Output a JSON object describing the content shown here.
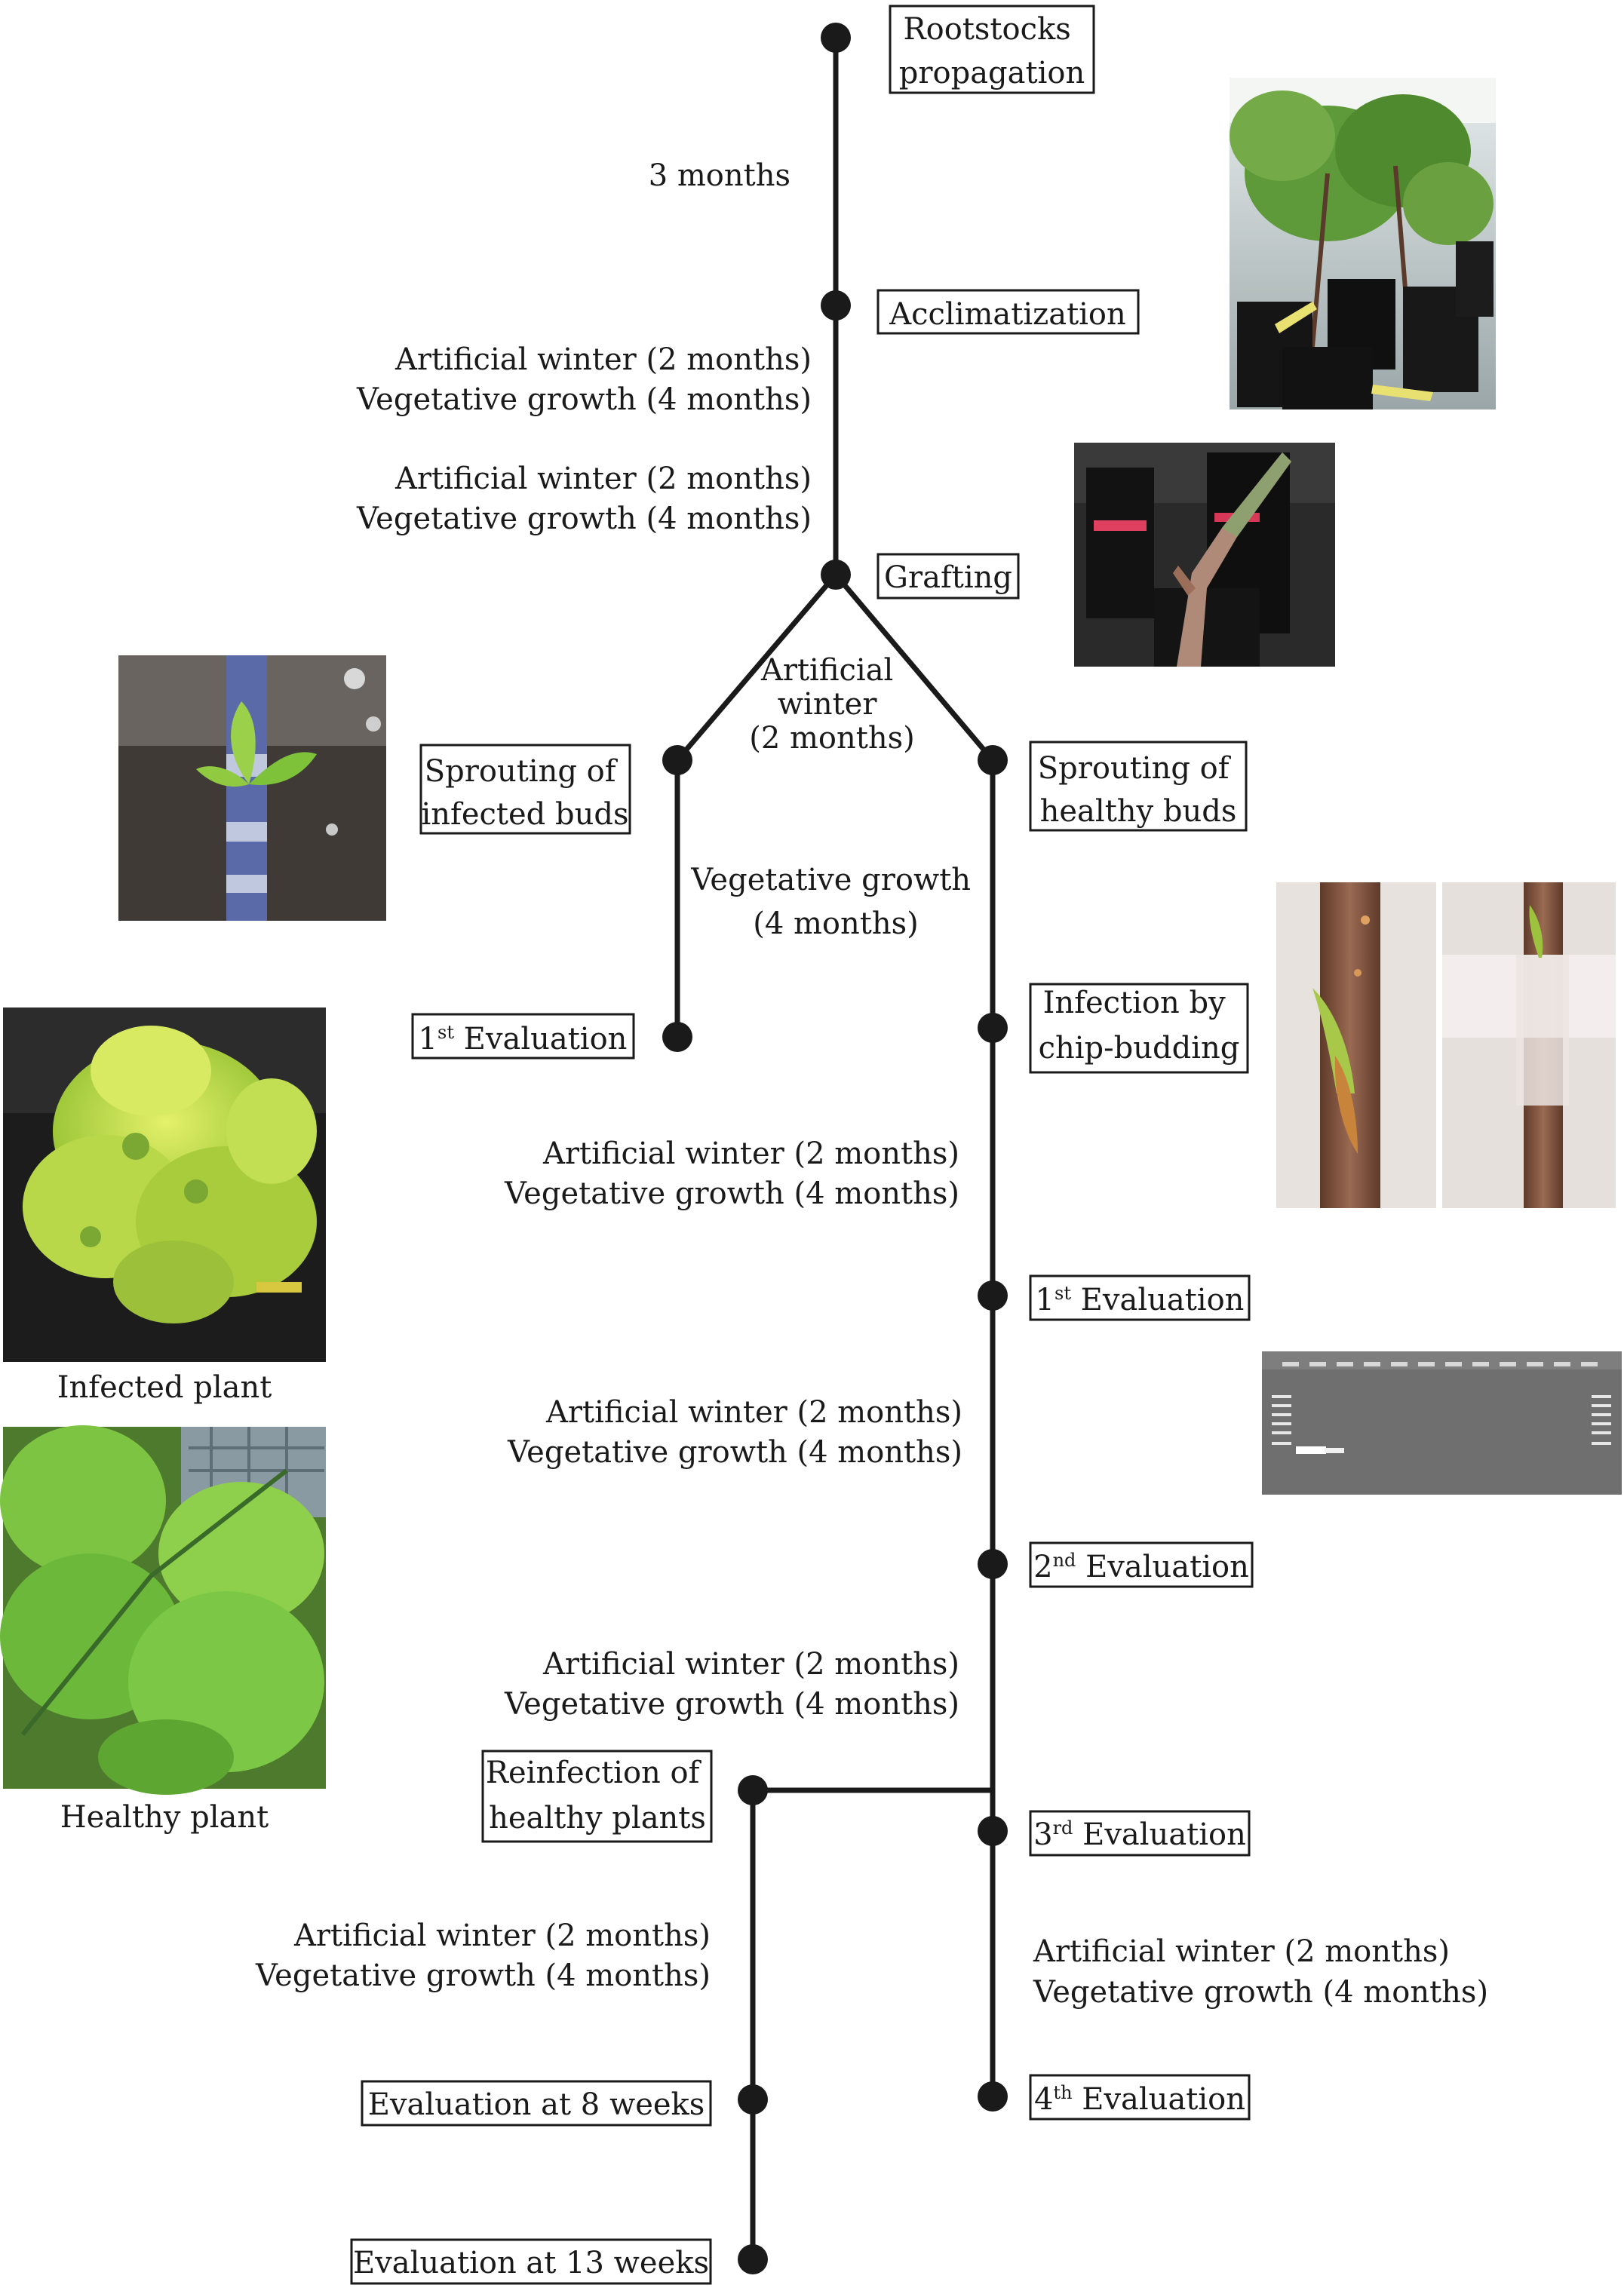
{
  "nodes": {
    "rootstocks": {
      "lines": [
        "Rootstocks",
        "propagation"
      ]
    },
    "acclimatization": {
      "lines": [
        "Acclimatization"
      ]
    },
    "grafting": {
      "lines": [
        "Grafting"
      ]
    },
    "sprouting_infected": {
      "lines": [
        "Sprouting of",
        "infected buds"
      ]
    },
    "sprouting_healthy": {
      "lines": [
        "Sprouting of",
        "healthy buds"
      ]
    },
    "eval_left_1": {
      "num": "1",
      "sup": "st",
      "rest": " Evaluation"
    },
    "infection_chip": {
      "lines": [
        "Infection by",
        "chip-budding"
      ]
    },
    "eval_1": {
      "num": "1",
      "sup": "st",
      "rest": " Evaluation"
    },
    "eval_2": {
      "num": "2",
      "sup": "nd",
      "rest": " Evaluation"
    },
    "reinfection": {
      "lines": [
        "Reinfection of",
        "healthy plants"
      ]
    },
    "eval_3": {
      "num": "3",
      "sup": "rd",
      "rest": " Evaluation"
    },
    "eval_4": {
      "num": "4",
      "sup": "th",
      "rest": " Evaluation"
    },
    "eval_8w": {
      "lines": [
        "Evaluation at 8 weeks"
      ]
    },
    "eval_13w": {
      "lines": [
        "Evaluation at 13 weeks"
      ]
    }
  },
  "intervals": {
    "three_months": "3 months",
    "artificial_winter": "Artificial winter (2 months)",
    "vegetative_growth": "Vegetative growth (4 months)",
    "split_winter": [
      "Artificial",
      "winter",
      "(2 months)"
    ],
    "vegetative_4m": [
      "Vegetative growth",
      "(4 months)"
    ]
  },
  "photos": {
    "greenhouse": "greenhouse-rootstocks-photo",
    "grafting": "grafting-photo",
    "sprout": "infected-bud-sprout-photo",
    "chip_budding": "chip-budding-photo",
    "gel": "pcr-gel-photo",
    "infected_plant": {
      "caption": "Infected plant"
    },
    "healthy_plant": {
      "caption": "Healthy plant"
    }
  },
  "colors": {
    "line": "#1a1a1a",
    "node": "#1a1a1a",
    "leaf_light": "#c8e04a",
    "leaf_green": "#6bb83c",
    "stem": "#7a4e3a",
    "gel": "#6f6f6f"
  }
}
